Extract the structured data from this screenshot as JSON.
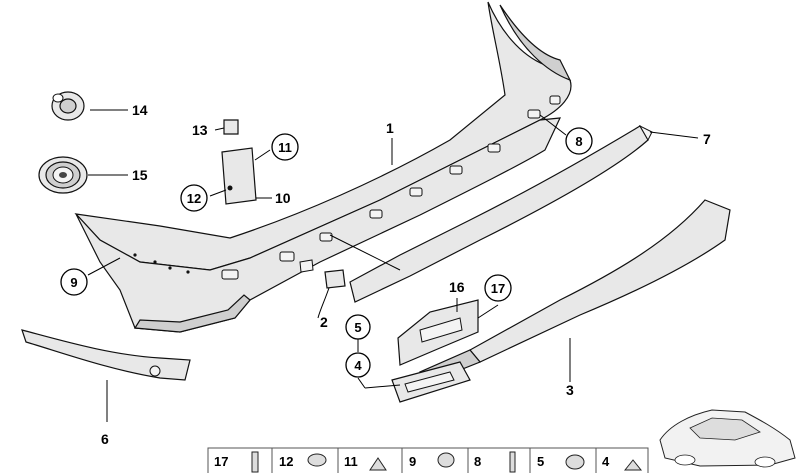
{
  "callouts": {
    "p1": "1",
    "p2": "2",
    "p3": "3",
    "p4": "4",
    "p5": "5",
    "p6": "6",
    "p7": "7",
    "p8": "8",
    "p9": "9",
    "p10": "10",
    "p11": "11",
    "p12": "12",
    "p13": "13",
    "p14": "14",
    "p15": "15",
    "p16": "16",
    "p17": "17"
  },
  "hardware_strip": [
    "17",
    "12",
    "11",
    "9",
    "8",
    "5",
    "4"
  ]
}
